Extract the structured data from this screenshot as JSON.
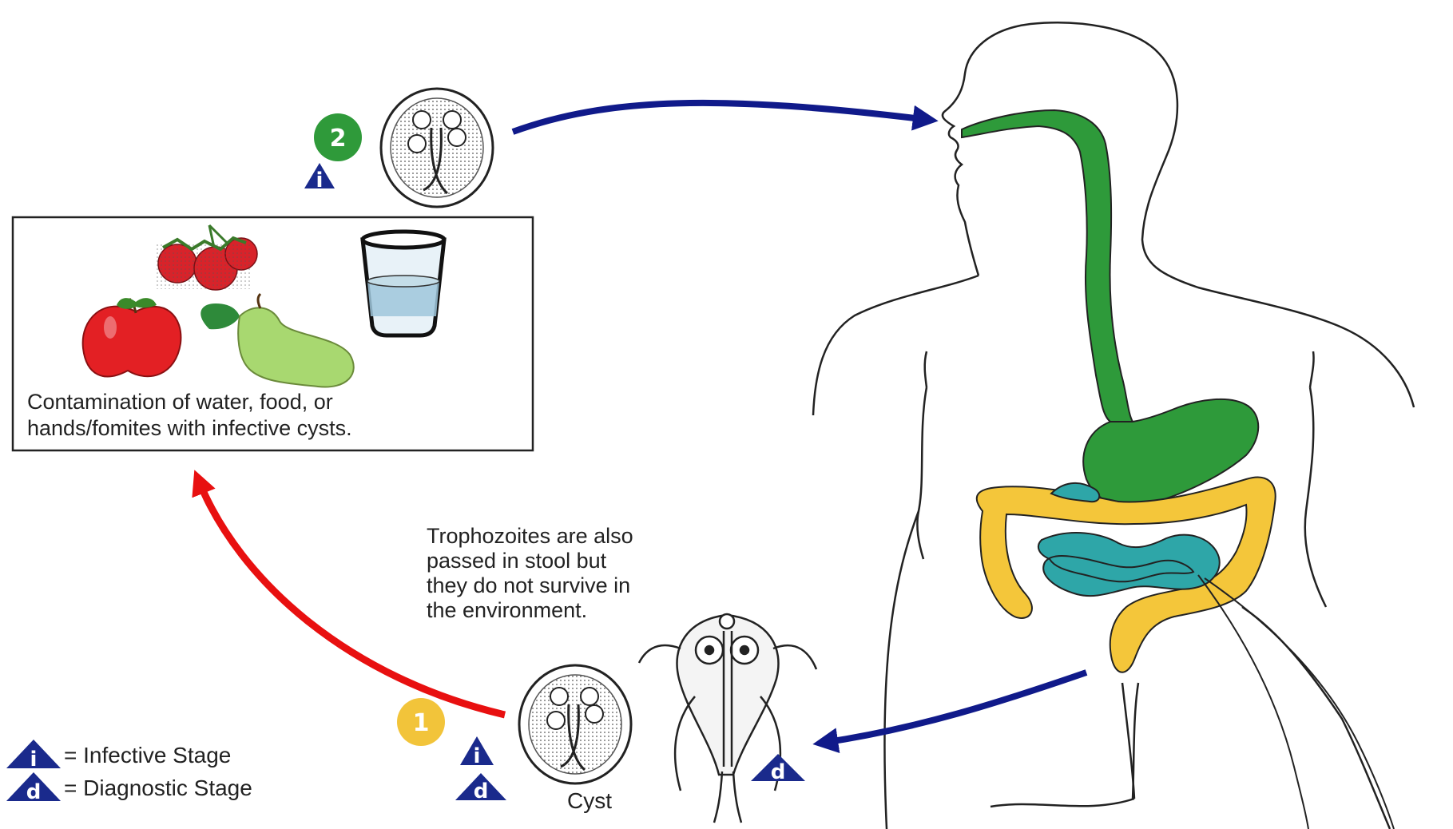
{
  "caption": {
    "line1": "Contamination of water, food, or",
    "line2": "hands/fomites with infective cysts."
  },
  "note": {
    "line1": "Trophozoites are also",
    "line2": "passed in stool but",
    "line3": "they do not survive in",
    "line4": "the environment."
  },
  "stage_labels": {
    "cyst": "Cyst"
  },
  "step_numbers": {
    "step2": "2",
    "step1": "1"
  },
  "markers": {
    "infective_letter": "i",
    "diagnostic_letter": "d"
  },
  "legend": {
    "infective": "= Infective Stage",
    "diagnostic": "= Diagnostic Stage"
  },
  "colors": {
    "step2_badge": "#2f9a3a",
    "step1_badge": "#f2c43a",
    "marker": "#1a2a8c",
    "arrow_blue": "#101a8a",
    "arrow_red": "#e81010",
    "gi_upper": "#2e9a3a",
    "small_intestine": "#2ea6a8",
    "colon": "#f4c63a"
  },
  "icons": [
    "cyst-icon",
    "trophozoite-icon",
    "raspberry-icon",
    "apple-icon",
    "pear-icon",
    "water-glass-icon",
    "human-body-icon"
  ]
}
